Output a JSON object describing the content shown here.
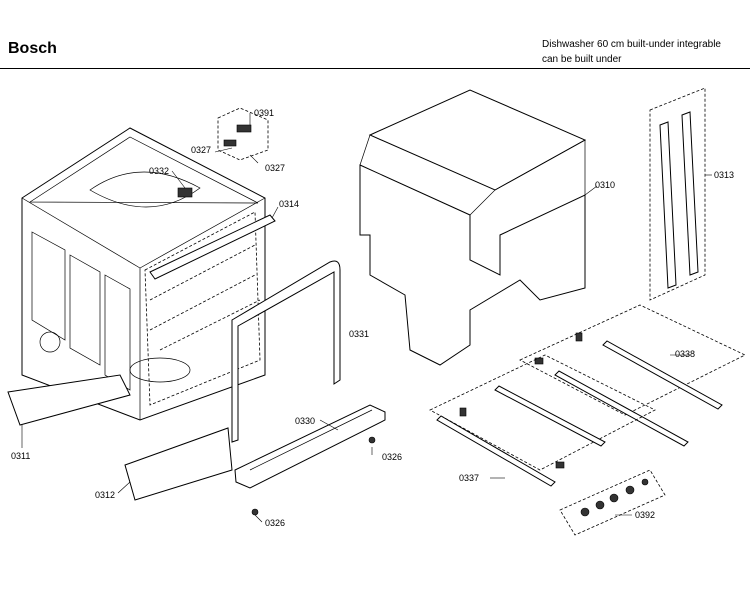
{
  "header": {
    "brand": "Bosch",
    "description_line1": "Dishwasher 60 cm built-under integrable",
    "description_line2": "can be built under"
  },
  "parts": {
    "p0391": "0391",
    "p0327a": "0327",
    "p0327b": "0327",
    "p0332": "0332",
    "p0314": "0314",
    "p0310": "0310",
    "p0313": "0313",
    "p0331": "0331",
    "p0338": "0338",
    "p0330": "0330",
    "p0326a": "0326",
    "p0326b": "0326",
    "p0311": "0311",
    "p0312": "0312",
    "p0337": "0337",
    "p0392": "0392"
  }
}
